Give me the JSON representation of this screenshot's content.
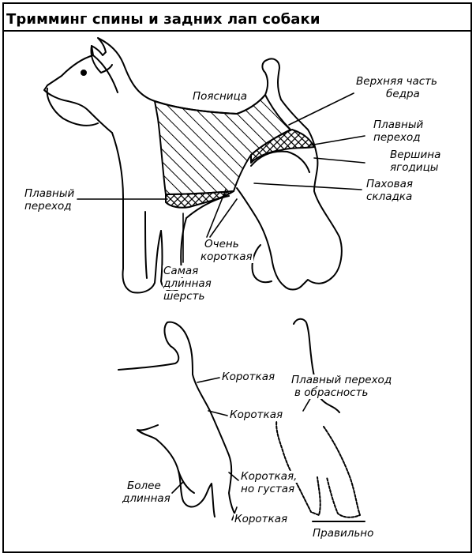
{
  "title": "Тримминг спины и задних лап  собаки",
  "labels": {
    "poyasnitsa": "Поясница",
    "upper_thigh_1": "Верхняя часть",
    "upper_thigh_2": "бедра",
    "smooth_r_1": "Плавный",
    "smooth_r_2": "переход",
    "buttock_1": "Вершина",
    "buttock_2": "ягодицы",
    "groin_1": "Паховая",
    "groin_2": "складка",
    "smooth_l_1": "Плавный",
    "smooth_l_2": "переход",
    "very_short_1": "Очень",
    "very_short_2": "короткая",
    "longest_1": "Самая",
    "longest_2": "длинная",
    "longest_3": "шерсть",
    "short_1": "Короткая",
    "short_2": "Короткая",
    "short_thick_1": "Короткая,",
    "short_thick_2": "но густая",
    "short_3": "Короткая",
    "longer_1": "Более",
    "longer_2": "длинная",
    "smooth_feather_1": "Плавный переход",
    "smooth_feather_2": "в обрасность",
    "correct": "Правильно"
  }
}
